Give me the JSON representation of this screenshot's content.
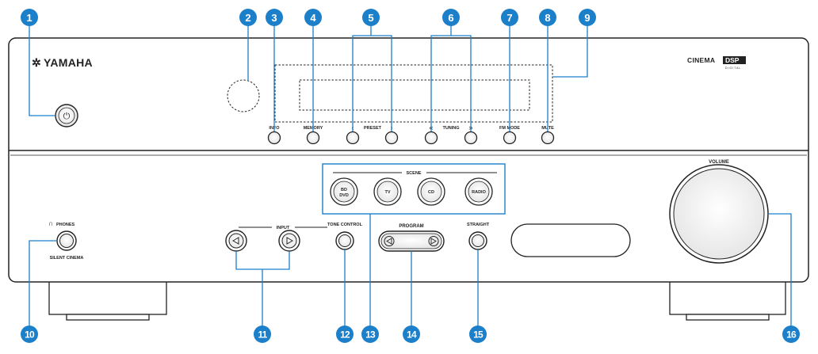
{
  "brand": "YAMAHA",
  "cinema_dsp": {
    "word1": "CINEMA",
    "word2": "DSP",
    "sub": "DIGITAL"
  },
  "labels": {
    "info": "INFO",
    "memory": "MEMORY",
    "preset": "PRESET",
    "tuning": "TUNING",
    "fm_mode": "FM MODE",
    "mute": "MUTE",
    "scene": "SCENE",
    "volume": "VOLUME",
    "phones": "PHONES",
    "silent_cinema": "SILENT CINEMA",
    "input": "INPUT",
    "tone_control": "TONE CONTROL",
    "program": "PROGRAM",
    "straight": "STRAIGHT",
    "scene_bd": "BD",
    "scene_dvd": "DVD",
    "scene_tv": "TV",
    "scene_cd": "CD",
    "scene_radio": "RADIO"
  },
  "glyphs": {
    "preset_left": "‹",
    "preset_right": "›",
    "tuning_left": "«",
    "tuning_right": "»",
    "power": "⏻",
    "yamaha_emblem": "✲"
  },
  "callouts": [
    "1",
    "2",
    "3",
    "4",
    "5",
    "6",
    "7",
    "8",
    "9",
    "10",
    "11",
    "12",
    "13",
    "14",
    "15",
    "16"
  ],
  "colors": {
    "callout": "#1c7fc9",
    "panel_stroke": "#222222",
    "panel_fill": "#ffffff"
  }
}
